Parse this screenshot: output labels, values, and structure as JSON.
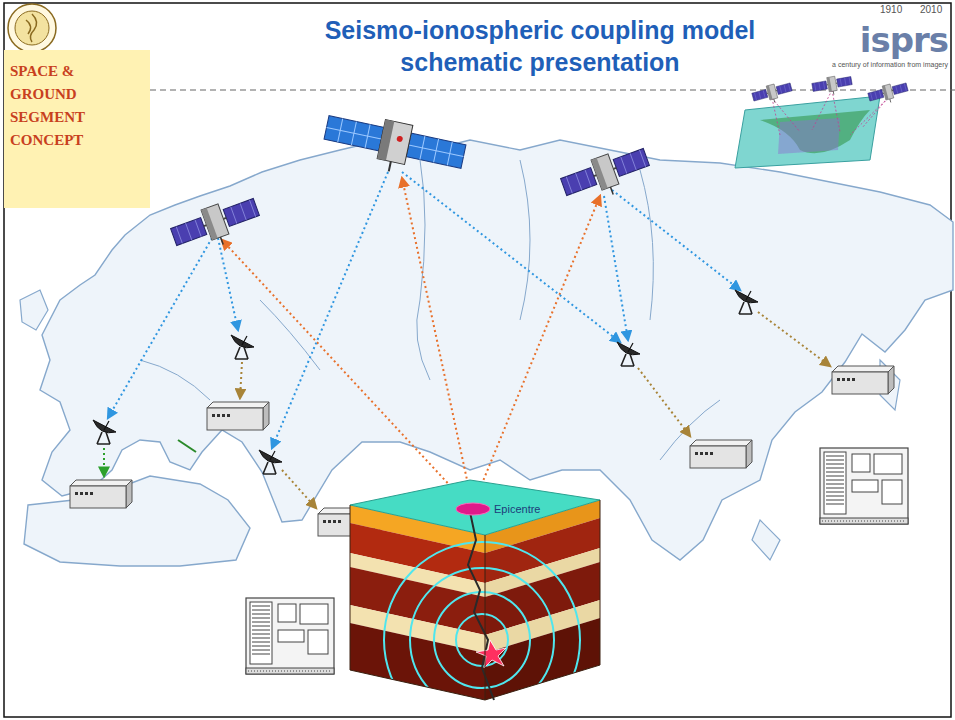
{
  "diagram": {
    "title": "Seismo-ionospheric coupling model schematic presentation",
    "nodes": [
      {
        "text": [
          "SPACE & GROUND SEGMENT CONCEPT"
        ]
      },
      {
        "text": [
          "Epicentre"
        ]
      }
    ],
    "labels": [
      "isprs",
      "1910",
      "2010",
      "a century of information from imagery"
    ]
  }
}
